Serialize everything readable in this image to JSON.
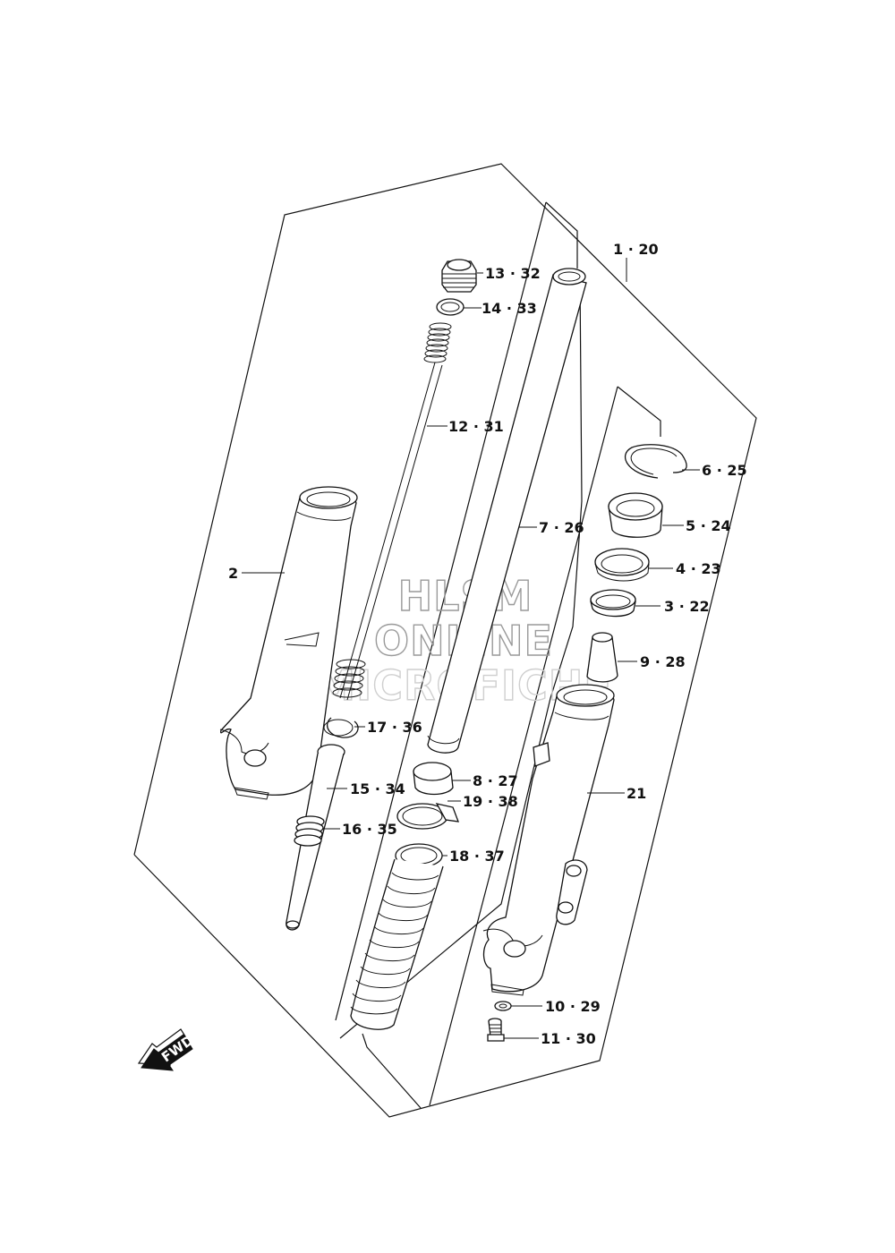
{
  "watermark": {
    "line1": "HLSM",
    "line2": "ONLINE",
    "line3": "MICROFICHE"
  },
  "direction_badge": {
    "label": "FWD"
  },
  "callouts": [
    {
      "id": "c-1-20",
      "label": "1 · 20"
    },
    {
      "id": "c-13-32",
      "label": "13 · 32"
    },
    {
      "id": "c-14-33",
      "label": "14 · 33"
    },
    {
      "id": "c-12-31",
      "label": "12 · 31"
    },
    {
      "id": "c-6-25",
      "label": "6 · 25"
    },
    {
      "id": "c-5-24",
      "label": "5 · 24"
    },
    {
      "id": "c-7-26",
      "label": "7 · 26"
    },
    {
      "id": "c-4-23",
      "label": "4 · 23"
    },
    {
      "id": "c-2",
      "label": "2"
    },
    {
      "id": "c-3-22",
      "label": "3 · 22"
    },
    {
      "id": "c-9-28",
      "label": "9 · 28"
    },
    {
      "id": "c-17-36",
      "label": "17 · 36"
    },
    {
      "id": "c-8-27",
      "label": "8 · 27"
    },
    {
      "id": "c-21",
      "label": "21"
    },
    {
      "id": "c-15-34",
      "label": "15 · 34"
    },
    {
      "id": "c-19-38",
      "label": "19 · 38"
    },
    {
      "id": "c-16-35",
      "label": "16 · 35"
    },
    {
      "id": "c-18-37",
      "label": "18 · 37"
    },
    {
      "id": "c-10-29",
      "label": "10 · 29"
    },
    {
      "id": "c-11-30",
      "label": "11 · 30"
    }
  ]
}
